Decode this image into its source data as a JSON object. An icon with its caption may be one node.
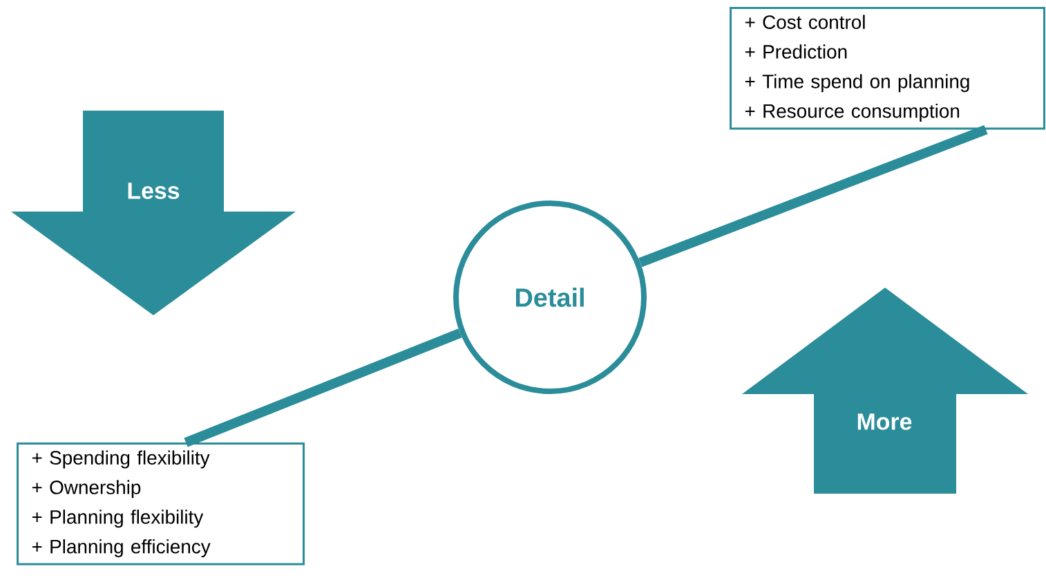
{
  "diagram": {
    "nodes": [
      {
        "text": [
          "Less"
        ]
      },
      {
        "text": [
          "+ Cost control",
          "+ Prediction",
          "+ Time spend on planning",
          "+ Resource consumption"
        ]
      },
      {
        "text": [
          "Detail"
        ]
      },
      {
        "text": [
          "More"
        ]
      },
      {
        "text": [
          "+ Spending flexibility",
          "+ Ownership",
          "+ Planning flexibility",
          "+ Planning efficiency"
        ]
      }
    ],
    "edges": [
      {
        "from": 2,
        "to": 1,
        "arrow": "none"
      },
      {
        "from": 2,
        "to": 4,
        "arrow": "none"
      }
    ]
  }
}
